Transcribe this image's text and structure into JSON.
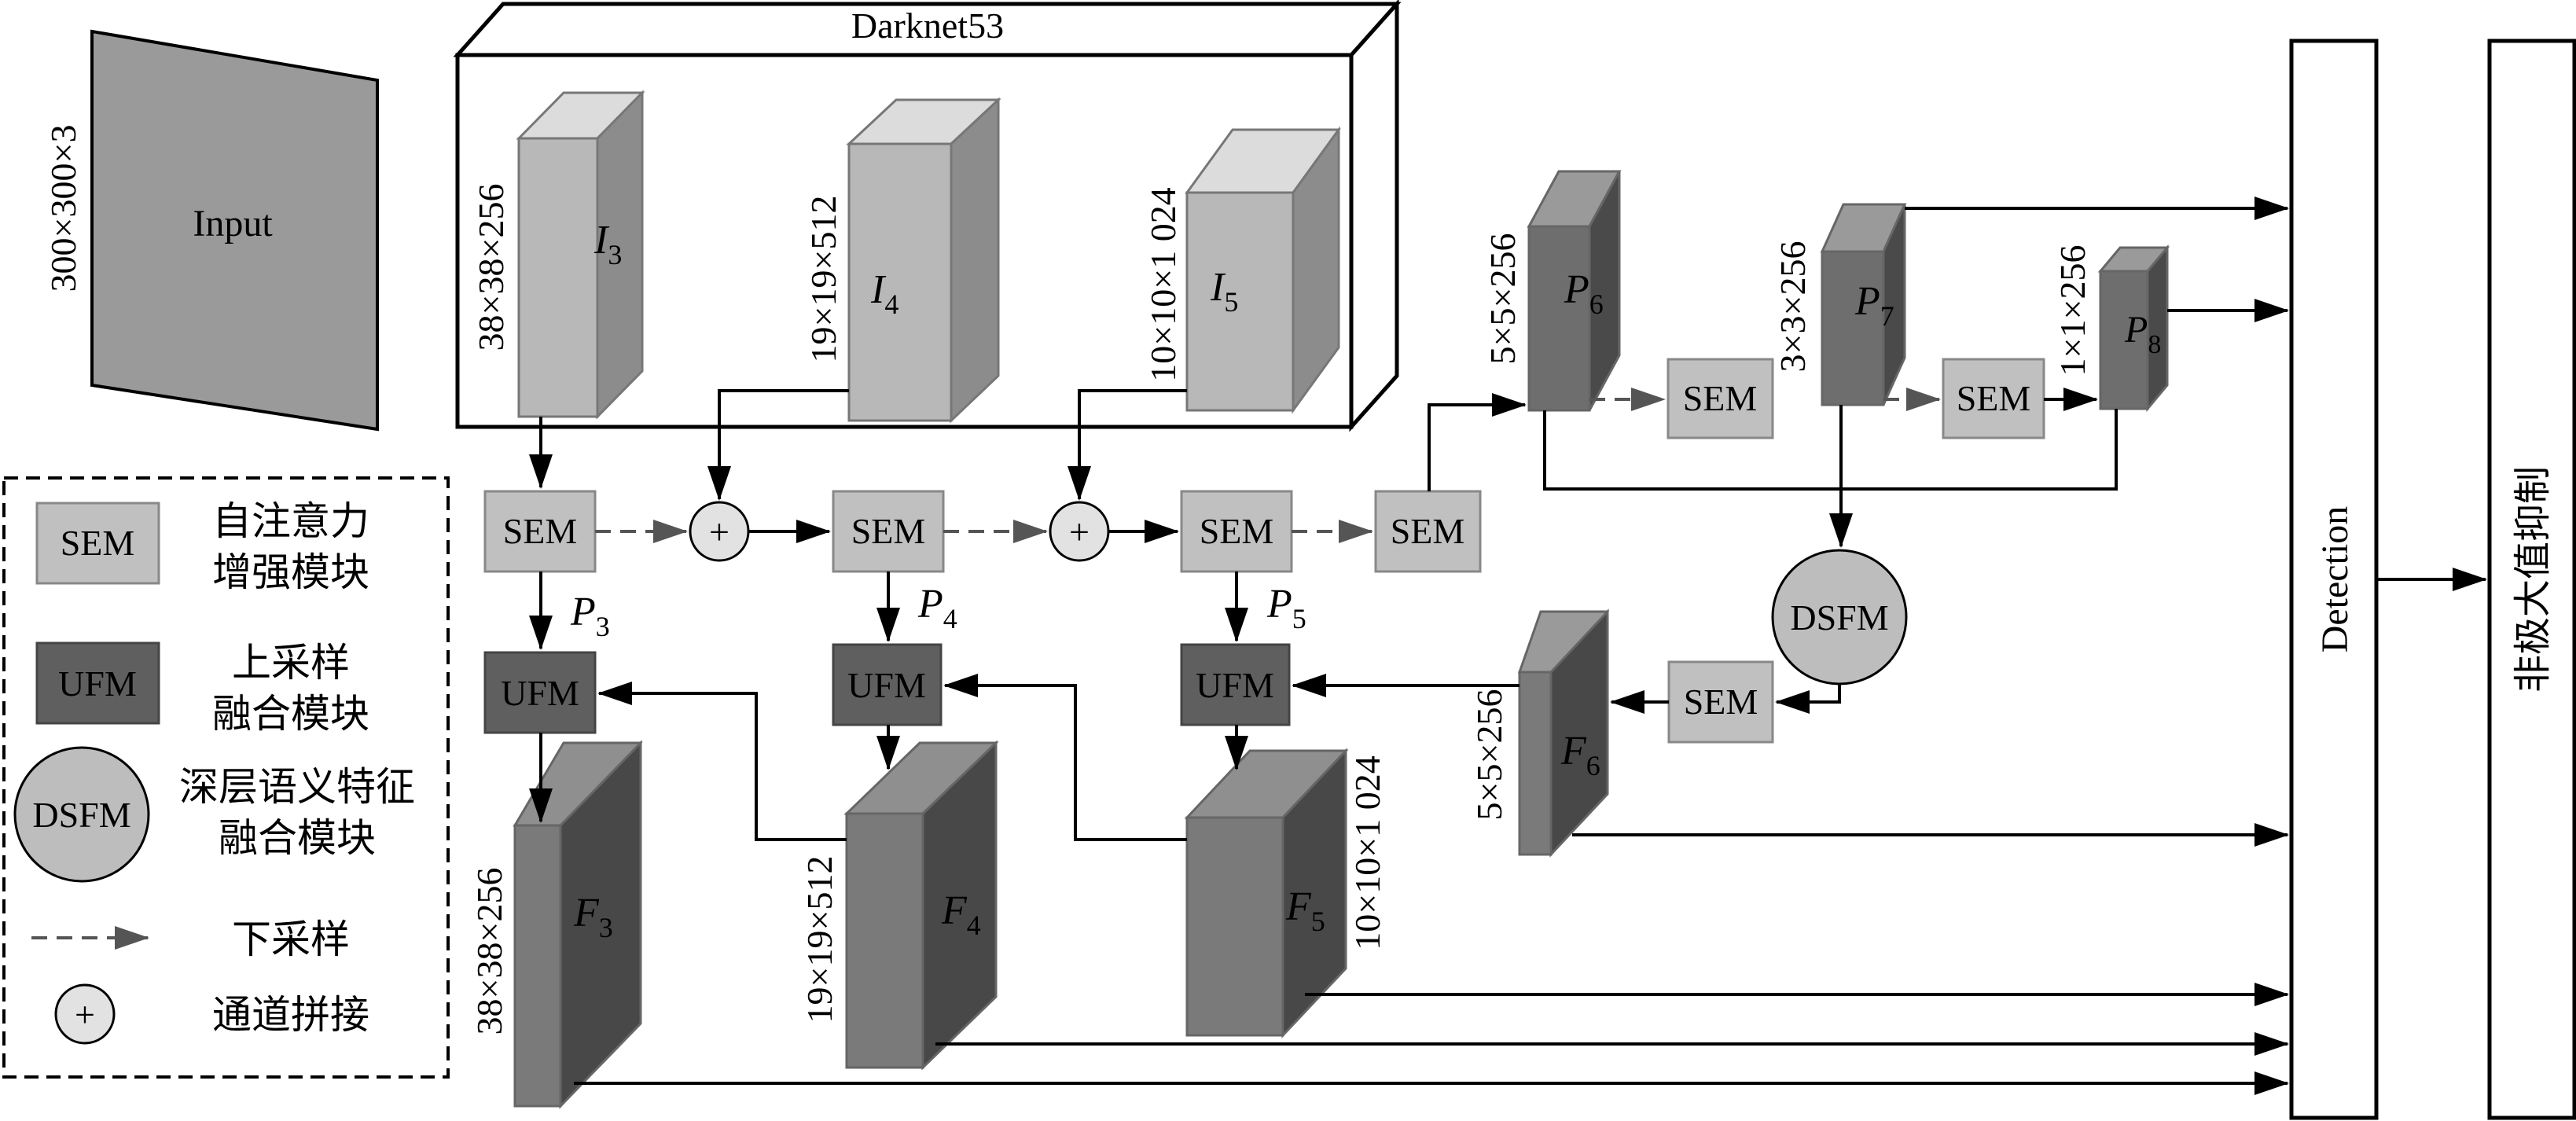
{
  "backbone_title": "Darknet53",
  "input": {
    "label": "Input",
    "size": "300×300×3"
  },
  "colors": {
    "light_front": "#b8b8b8",
    "light_side": "#8c8c8c",
    "light_top": "#dcdcdc",
    "mid_front": "#8f8f8f",
    "mid_side": "#5c5c5c",
    "mid_top": "#b6b6b6",
    "dark_front": "#6e6e6e",
    "dark_side": "#4a4a4a",
    "dark_top": "#9a9a9a",
    "sem_fill": "#c0c0c0",
    "ufm_fill": "#5f5f5f",
    "dsfm_fill": "#bdbdbd",
    "plus_fill": "#e2e2e2"
  },
  "features": {
    "I3": {
      "base": "I",
      "sub": "3",
      "dims": "38×38×256"
    },
    "I4": {
      "base": "I",
      "sub": "4",
      "dims": "19×19×512"
    },
    "I5": {
      "base": "I",
      "sub": "5",
      "dims": "10×10×1 024"
    },
    "P6": {
      "base": "P",
      "sub": "6",
      "dims": "5×5×256"
    },
    "P7": {
      "base": "P",
      "sub": "7",
      "dims": "3×3×256"
    },
    "P8": {
      "base": "P",
      "sub": "8",
      "dims": "1×1×256"
    },
    "F3": {
      "base": "F",
      "sub": "3",
      "dims": "38×38×256"
    },
    "F4": {
      "base": "F",
      "sub": "4",
      "dims": "19×19×512"
    },
    "F5": {
      "base": "F",
      "sub": "5",
      "dims": "10×10×1 024"
    },
    "F6": {
      "base": "F",
      "sub": "6",
      "dims": "5×5×256"
    }
  },
  "p_labels": {
    "P3": {
      "base": "P",
      "sub": "3"
    },
    "P4": {
      "base": "P",
      "sub": "4"
    },
    "P5": {
      "base": "P",
      "sub": "5"
    }
  },
  "modules": {
    "sem": "SEM",
    "ufm": "UFM",
    "dsfm": "DSFM",
    "plus": "+"
  },
  "legend": {
    "sem_desc_1": "自注意力",
    "sem_desc_2": "增强模块",
    "ufm_desc_1": "上采样",
    "ufm_desc_2": "融合模块",
    "dsfm_desc_1": "深层语义特征",
    "dsfm_desc_2": "融合模块",
    "downsample": "下采样",
    "concat": "通道拼接"
  },
  "detection": "Detection",
  "nms": "非极大值抑制"
}
